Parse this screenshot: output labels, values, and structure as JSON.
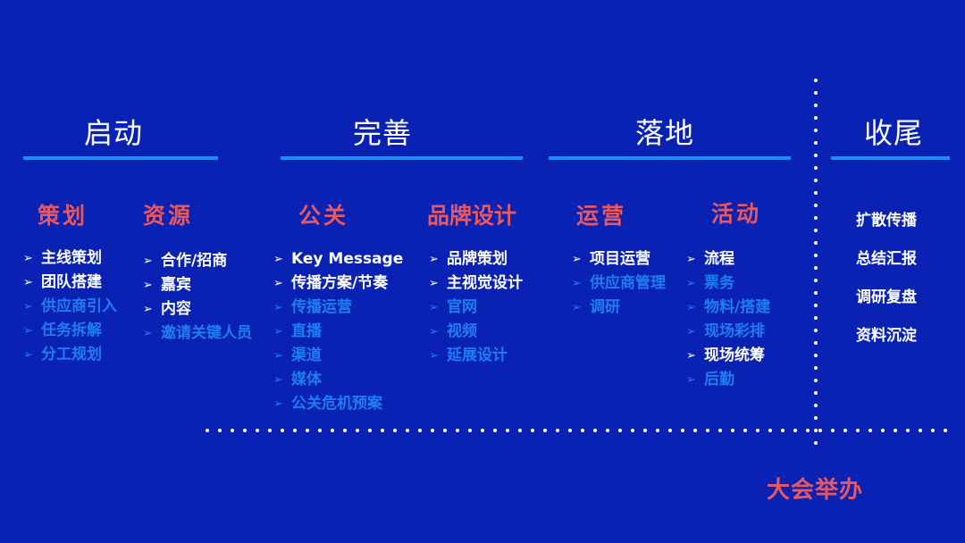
{
  "colors": {
    "background": "#0a22b4",
    "phase_line": "#1e8cf5",
    "subtitle": "#e8585e",
    "item_highlight": "#ffffff",
    "item_dim": "#1d7ef0",
    "dots": "#ffffff"
  },
  "phases": [
    {
      "title": "启动",
      "groups": [
        {
          "title": "策划",
          "items": [
            {
              "label": "主线策划",
              "highlight": true
            },
            {
              "label": "团队搭建",
              "highlight": true
            },
            {
              "label": "供应商引入",
              "highlight": false
            },
            {
              "label": "任务拆解",
              "highlight": false
            },
            {
              "label": "分工规划",
              "highlight": false
            }
          ]
        },
        {
          "title": "资源",
          "items": [
            {
              "label": "合作/招商",
              "highlight": true
            },
            {
              "label": "嘉宾",
              "highlight": true
            },
            {
              "label": "内容",
              "highlight": true
            },
            {
              "label": "邀请关键人员",
              "highlight": false
            }
          ]
        }
      ]
    },
    {
      "title": "完善",
      "groups": [
        {
          "title": "公关",
          "items": [
            {
              "label": "Key Message",
              "highlight": true
            },
            {
              "label": "传播方案/节奏",
              "highlight": true
            },
            {
              "label": "传播运营",
              "highlight": false
            },
            {
              "label": "直播",
              "highlight": false
            },
            {
              "label": "渠道",
              "highlight": false
            },
            {
              "label": "媒体",
              "highlight": false
            },
            {
              "label": "公关危机预案",
              "highlight": false
            }
          ]
        },
        {
          "title": "品牌设计",
          "items": [
            {
              "label": "品牌策划",
              "highlight": true
            },
            {
              "label": "主视觉设计",
              "highlight": true
            },
            {
              "label": "官网",
              "highlight": false
            },
            {
              "label": "视频",
              "highlight": false
            },
            {
              "label": "延展设计",
              "highlight": false
            }
          ]
        }
      ]
    },
    {
      "title": "落地",
      "groups": [
        {
          "title": "运营",
          "items": [
            {
              "label": "项目运营",
              "highlight": true
            },
            {
              "label": "供应商管理",
              "highlight": false
            },
            {
              "label": "调研",
              "highlight": false
            }
          ]
        },
        {
          "title": "活动",
          "items": [
            {
              "label": "流程",
              "highlight": true
            },
            {
              "label": "票务",
              "highlight": false
            },
            {
              "label": "物料/搭建",
              "highlight": false
            },
            {
              "label": "现场彩排",
              "highlight": false
            },
            {
              "label": "现场统筹",
              "highlight": true
            },
            {
              "label": "后勤",
              "highlight": false
            }
          ]
        }
      ]
    },
    {
      "title": "收尾",
      "items": [
        "扩散传播",
        "总结汇报",
        "调研复盘",
        "资料沉淀"
      ]
    }
  ],
  "arrow_glyph": "➢",
  "event_marker": "大会举办"
}
